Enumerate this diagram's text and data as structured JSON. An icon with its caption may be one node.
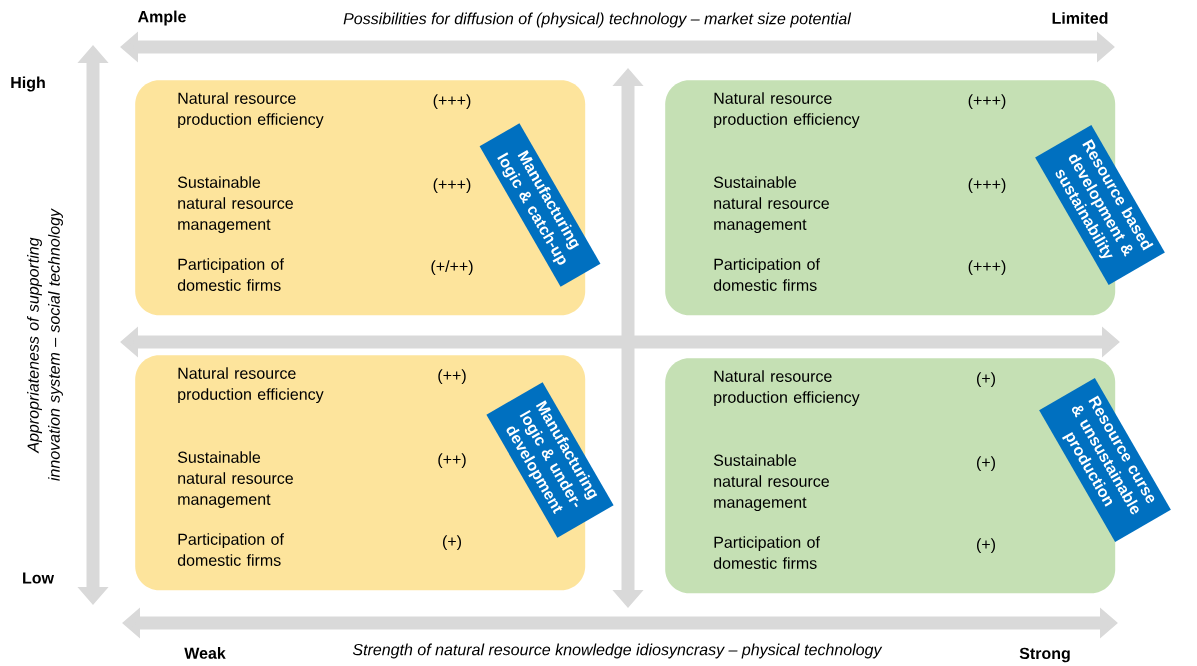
{
  "diagram": {
    "nodes": [
      {
        "text": [
          "Natural resource production efficiency",
          "(+++)",
          "Sustainable natural resource management",
          "(+++)",
          "Participation of domestic firms",
          "(+/++)"
        ]
      },
      {
        "text": [
          "Manufacturing logic & catch-up"
        ]
      },
      {
        "text": [
          "Natural resource production efficiency",
          "(+++)",
          "Sustainable natural resource management",
          "(+++)",
          "Participation of domestic firms",
          "(+++)"
        ]
      },
      {
        "text": [
          "Resource based development & sustainability"
        ]
      },
      {
        "text": [
          "Natural resource production efficiency",
          "(++)",
          "Sustainable natural resource management",
          "(++)",
          "Participation of domestic firms",
          "(+)"
        ]
      },
      {
        "text": [
          "Manufacturing logic & under-development"
        ]
      },
      {
        "text": [
          "Natural resource production efficiency",
          "(+)",
          "Sustainable natural resource management",
          "(+)",
          "Participation of domestic firms",
          "(+)"
        ]
      },
      {
        "text": [
          "Resource curse & unsustainable production"
        ]
      }
    ],
    "labels": [
      "Ample",
      "Possibilities for diffusion of (physical) technology – market size potential",
      "Limited",
      "High",
      "Appropriateness of supporting innovation system – social technology",
      "Low",
      "Weak",
      "Strength of natural resource knowledge idiosyncrasy – physical technology",
      "Strong"
    ]
  }
}
